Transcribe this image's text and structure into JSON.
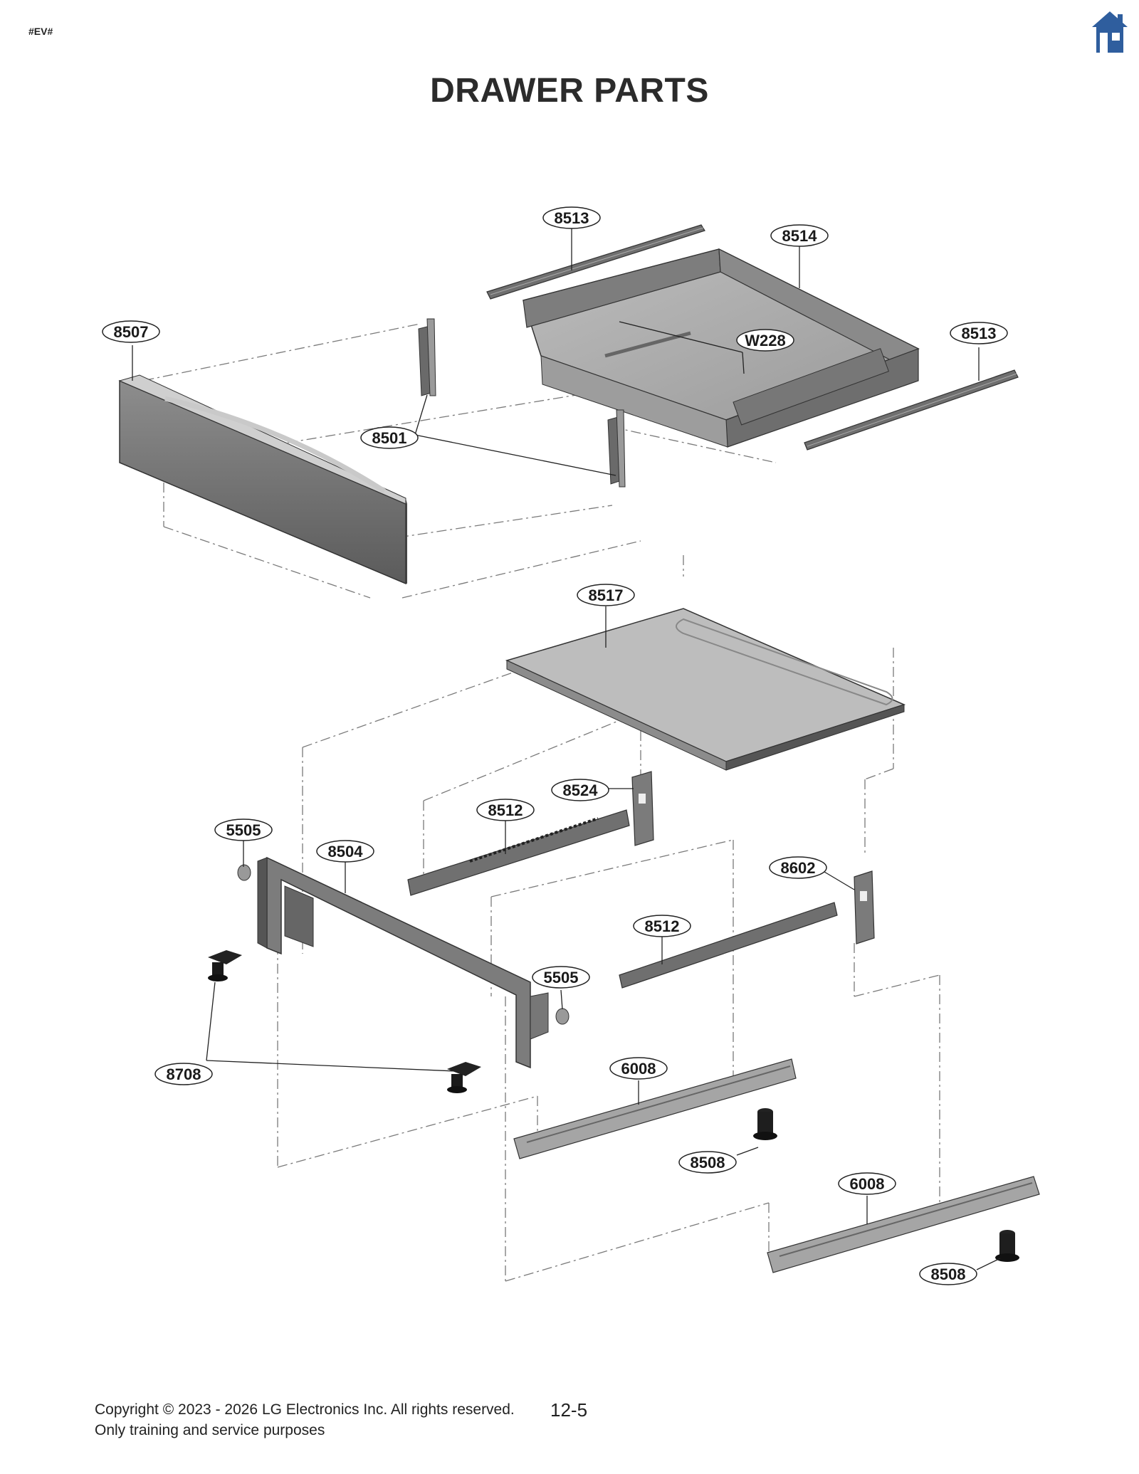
{
  "header": {
    "tag": "#EV#",
    "title": "DRAWER PARTS",
    "home_icon": "home-icon"
  },
  "diagram": {
    "callouts": [
      {
        "id": "c-8513a",
        "label": "8513"
      },
      {
        "id": "c-8514",
        "label": "8514"
      },
      {
        "id": "c-8507",
        "label": "8507"
      },
      {
        "id": "c-w228",
        "label": "W228"
      },
      {
        "id": "c-8513b",
        "label": "8513"
      },
      {
        "id": "c-8501",
        "label": "8501"
      },
      {
        "id": "c-8517",
        "label": "8517"
      },
      {
        "id": "c-8524",
        "label": "8524"
      },
      {
        "id": "c-8512a",
        "label": "8512"
      },
      {
        "id": "c-5505a",
        "label": "5505"
      },
      {
        "id": "c-8504",
        "label": "8504"
      },
      {
        "id": "c-8602",
        "label": "8602"
      },
      {
        "id": "c-8512b",
        "label": "8512"
      },
      {
        "id": "c-5505b",
        "label": "5505"
      },
      {
        "id": "c-8708",
        "label": "8708"
      },
      {
        "id": "c-6008a",
        "label": "6008"
      },
      {
        "id": "c-8508a",
        "label": "8508"
      },
      {
        "id": "c-6008b",
        "label": "6008"
      },
      {
        "id": "c-8508b",
        "label": "8508"
      }
    ]
  },
  "footer": {
    "copyright": "Copyright © 2023 - 2026 LG Electronics Inc. All rights reserved.",
    "notice": "Only training and service purposes",
    "page_number": "12-5"
  }
}
